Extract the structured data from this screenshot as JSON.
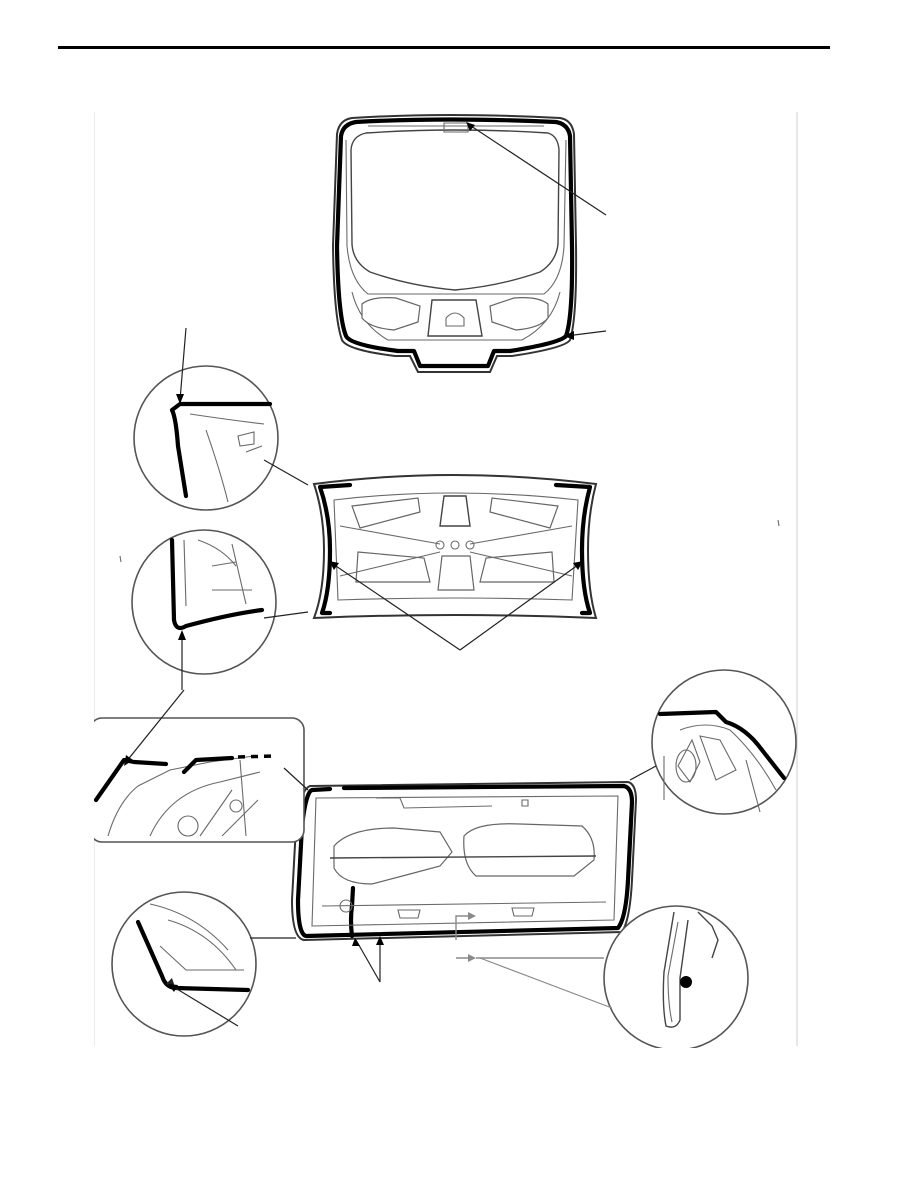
{
  "figure": {
    "parts": [
      {
        "id": "hatchback-back-door",
        "seal_path": "full-perimeter"
      },
      {
        "id": "trunk-lid",
        "seal_path": "top-corners-and-sides"
      },
      {
        "id": "rear-door-panel",
        "seal_path": "full-perimeter-with-vertical-drain"
      }
    ],
    "colors": {
      "seal": "#000000",
      "outline": "#333333",
      "detail": "#6a6a6a",
      "callout_arrow": "#8a8a8a"
    },
    "callout_count": 7,
    "leader_count": 9
  }
}
